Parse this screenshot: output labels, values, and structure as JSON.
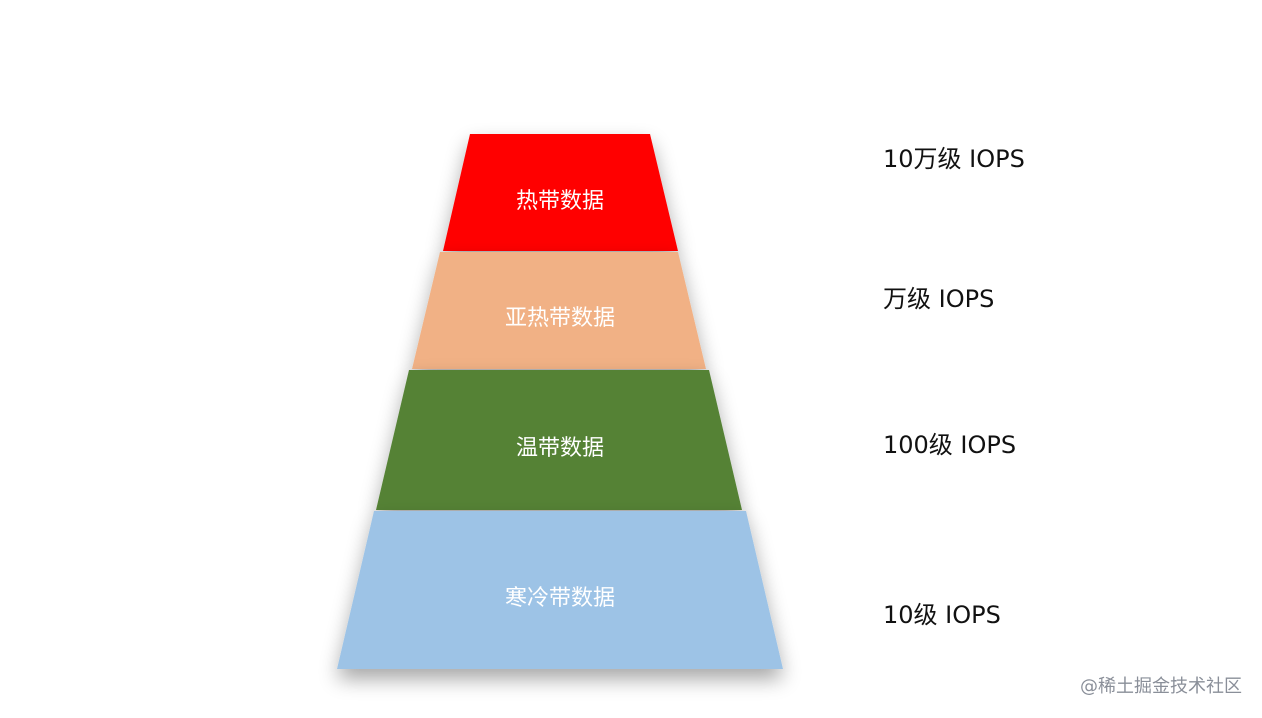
{
  "pyramid": {
    "layers": [
      {
        "label": "热带数据",
        "iops": "10万级 IOPS",
        "color": "#ff0000"
      },
      {
        "label": "亚热带数据",
        "iops": "万级 IOPS",
        "color": "#f1b185"
      },
      {
        "label": "温带数据",
        "iops": "100级 IOPS",
        "color": "#548235"
      },
      {
        "label": "寒冷带数据",
        "iops": "10级 IOPS",
        "color": "#9dc3e6"
      }
    ]
  },
  "watermark": "@稀土掘金技术社区"
}
